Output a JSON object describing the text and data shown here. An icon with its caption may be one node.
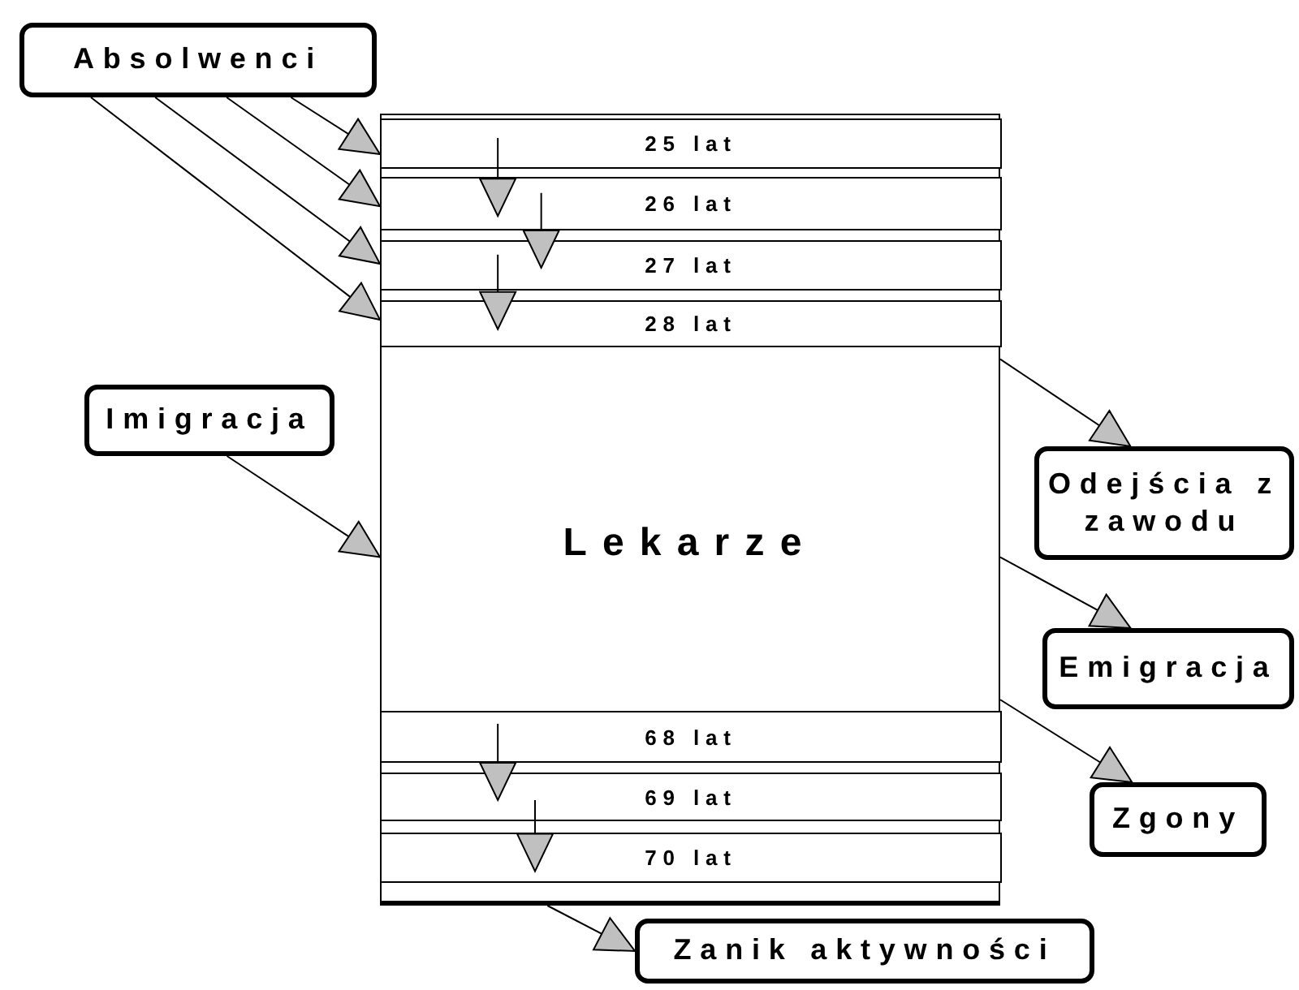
{
  "diagram": {
    "nodes": [
      {
        "text": [
          "Absolwenci"
        ]
      },
      {
        "text": [
          "Lekarze"
        ]
      },
      {
        "text": [
          "25 lat"
        ],
        "in": 1
      },
      {
        "text": [
          "26 lat"
        ],
        "in": 1
      },
      {
        "text": [
          "27 lat"
        ],
        "in": 1
      },
      {
        "text": [
          "28 lat"
        ],
        "in": 1
      },
      {
        "text": [
          "68 lat"
        ],
        "in": 1
      },
      {
        "text": [
          "69 lat"
        ],
        "in": 1
      },
      {
        "text": [
          "70 lat"
        ],
        "in": 1
      },
      {
        "text": [
          "Imigracja"
        ]
      },
      {
        "text": [
          "Odejścia z zawodu"
        ]
      },
      {
        "text": [
          "Emigracja"
        ]
      },
      {
        "text": [
          "Zgony"
        ]
      },
      {
        "text": [
          "Zanik aktywności"
        ]
      }
    ],
    "edges": [
      {
        "from": 0,
        "to": 2,
        "arrow": "to"
      },
      {
        "from": 0,
        "to": 3,
        "arrow": "to"
      },
      {
        "from": 0,
        "to": 4,
        "arrow": "to"
      },
      {
        "from": 0,
        "to": 5,
        "arrow": "to"
      },
      {
        "from": 2,
        "to": 3,
        "arrow": "to"
      },
      {
        "from": 3,
        "to": 4,
        "arrow": "to"
      },
      {
        "from": 4,
        "to": 5,
        "arrow": "to"
      },
      {
        "from": 6,
        "to": 7,
        "arrow": "to"
      },
      {
        "from": 7,
        "to": 8,
        "arrow": "to"
      },
      {
        "from": 9,
        "to": 1,
        "arrow": "to"
      },
      {
        "from": 1,
        "to": 10,
        "arrow": "to"
      },
      {
        "from": 1,
        "to": 11,
        "arrow": "to"
      },
      {
        "from": 1,
        "to": 12,
        "arrow": "to"
      },
      {
        "from": 1,
        "to": 13,
        "arrow": "to"
      }
    ]
  }
}
